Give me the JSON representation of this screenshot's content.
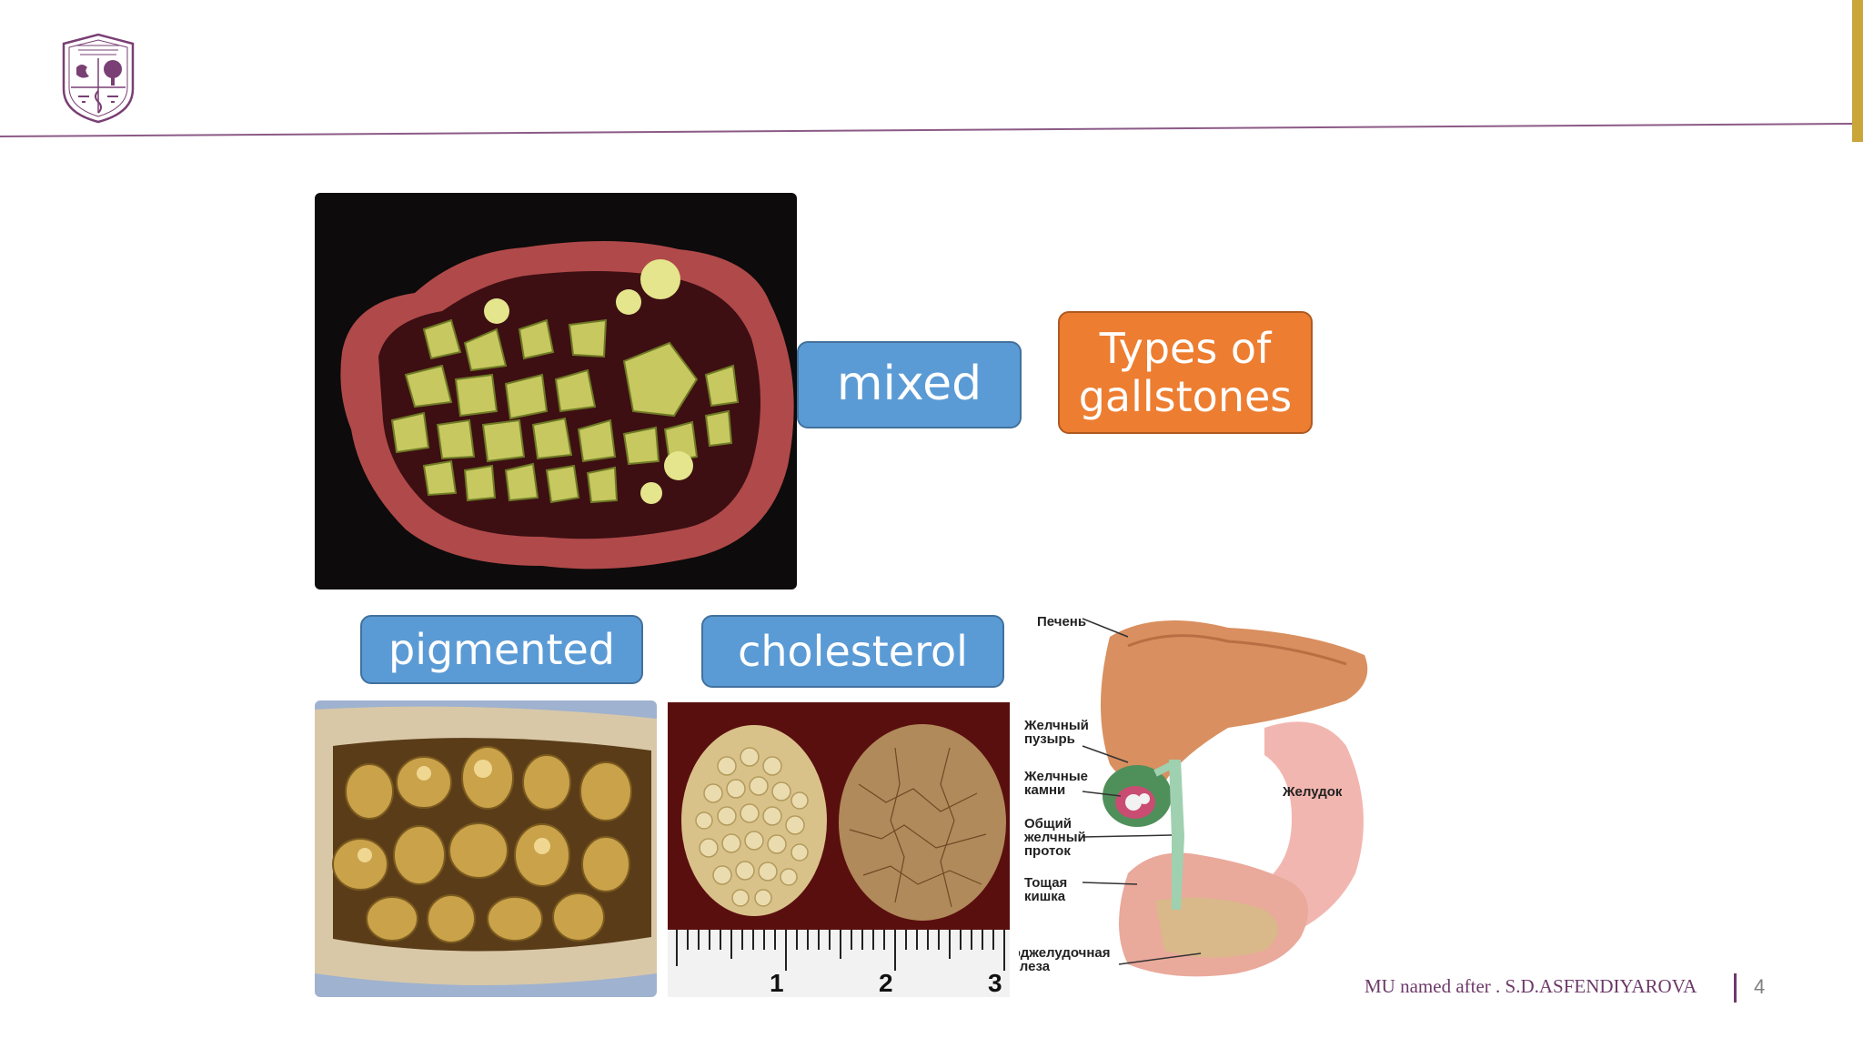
{
  "slide": {
    "labels": {
      "mixed": "mixed",
      "types_line1": "Types of",
      "types_line2": "gallstones",
      "pigmented": "pigmented",
      "cholesterol": "cholesterol"
    },
    "anatomy": {
      "liver": "Печень",
      "gallbladder_1": "Желчный",
      "gallbladder_2": "пузырь",
      "stones_1": "Желчные",
      "stones_2": "камни",
      "duct_1": "Общий",
      "duct_2": "желчный",
      "duct_3": "проток",
      "jejunum_1": "Тощая",
      "jejunum_2": "кишка",
      "pancreas_1": "Поджелудочная",
      "pancreas_2": "железа",
      "stomach": "Желудок"
    },
    "ruler": {
      "mark1": "1",
      "mark2": "2",
      "mark3": "3"
    }
  },
  "footer": {
    "university": "MU named after . S.D.ASFENDIYAROVA",
    "page_number": "4"
  },
  "colors": {
    "accent_blue": "#5b9bd5",
    "accent_orange": "#ed7d31",
    "brand_purple": "#6d3a6a",
    "gold": "#c9a53a"
  }
}
